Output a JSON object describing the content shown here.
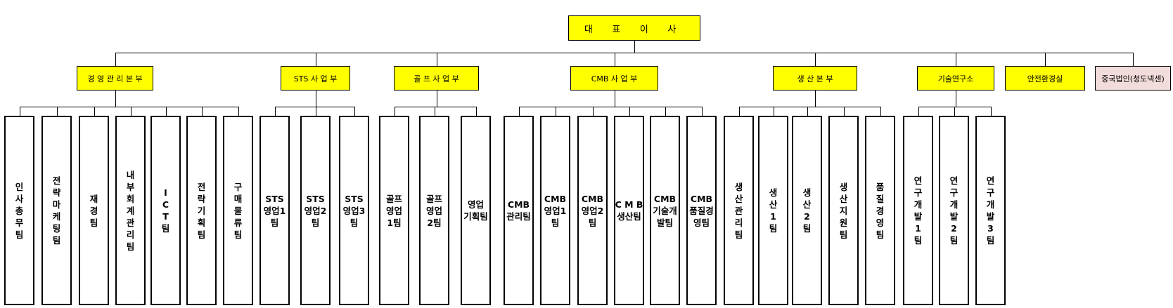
{
  "ceo": "대  표  이  사",
  "divisions": [
    {
      "label": "경 영 관 리 본 부",
      "teams": [
        "인\n사\n총\n무\n팀",
        "전\n략\n마\n케\n팅\n팀",
        "재\n경\n팀",
        "내\n부\n회\n계\n관\n리\n팀",
        "I\nC\nT\n팀",
        "전\n략\n기\n획\n팀",
        "구\n매\n물\n류\n팀"
      ]
    },
    {
      "label": "STS 사 업 부",
      "teams": [
        "STS\n영업1\n팀",
        "STS\n영업2\n팀",
        "STS\n영업3\n팀"
      ]
    },
    {
      "label": "골 프 사 업 부",
      "teams": [
        "골프\n영업\n1팀",
        "골프\n영업\n2팀",
        "영업\n기획팀"
      ]
    },
    {
      "label": "CMB 사 업 부",
      "teams": [
        "CMB\n관리팀",
        "CMB\n영업1\n팀",
        "CMB\n영업2\n팀",
        "C M B\n생산팀",
        "CMB\n기술개\n발팀",
        "CMB\n품질경\n영팀"
      ]
    },
    {
      "label": "생   산   본   부",
      "teams": [
        "생\n산\n관\n리\n팀",
        "생\n산\n1\n팀",
        "생\n산\n2\n팀",
        "생\n산\n지\n원\n팀",
        "품\n질\n경\n영\n팀"
      ]
    },
    {
      "label": "기술연구소",
      "teams": [
        "연\n구\n개\n발\n1\n팀",
        "연\n구\n개\n발\n2\n팀",
        "연\n구\n개\n발\n3\n팀"
      ]
    },
    {
      "label": "안전환경실",
      "teams": []
    },
    {
      "label": "중국법인(청도넥센)",
      "teams": []
    }
  ],
  "colors": {
    "main_box": "#ffff00",
    "overseas_box": "#f2dcdb",
    "team_box": "#ffffff",
    "line": "#000000"
  }
}
